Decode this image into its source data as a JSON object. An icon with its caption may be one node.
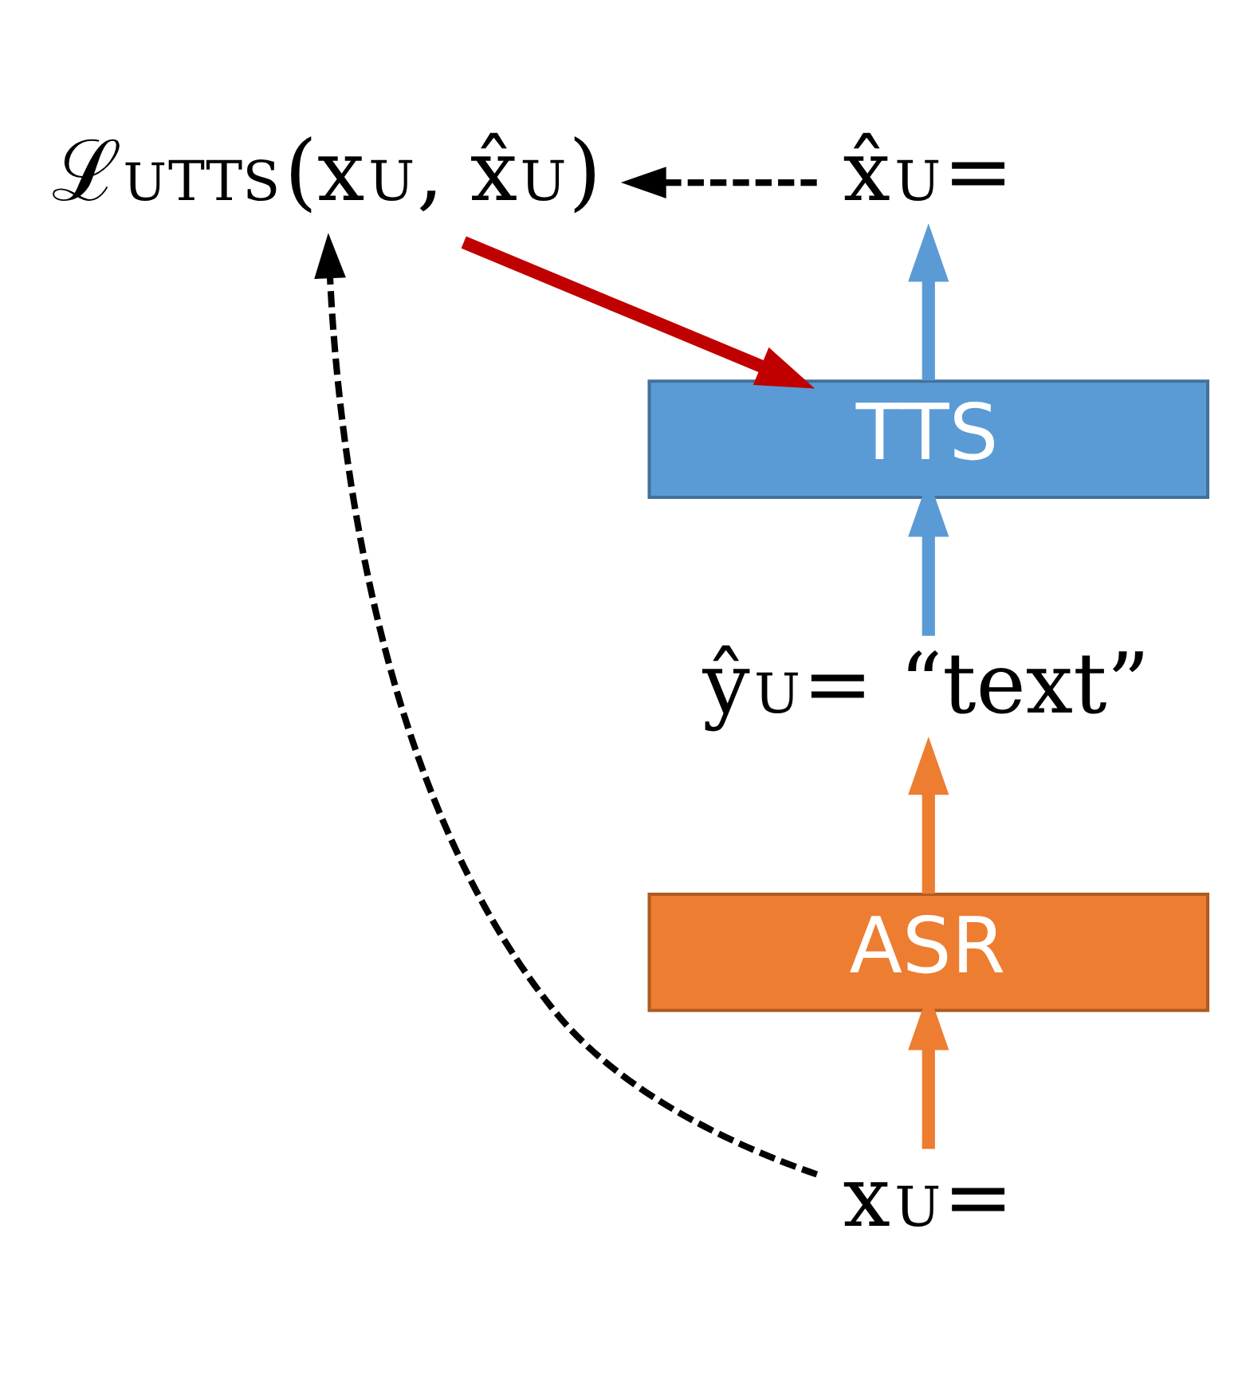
{
  "diagram": {
    "nodes": [
      {
        "text": [
          "x̂$^{U}$="
        ]
      },
      {
        "text": [
          "ℒ$_{U}$$^{TTS}$(x$^{U}$, x̂$^{U}$)"
        ]
      },
      {
        "text": [
          "TTS"
        ]
      },
      {
        "text": [
          "ŷ$^{U}$= “text”"
        ]
      },
      {
        "text": [
          "ASR"
        ]
      },
      {
        "text": [
          "x$^{U}$="
        ]
      }
    ],
    "edges": [
      {
        "from": 5,
        "to": 4,
        "arrow": "to",
        "color": "#ed7d31"
      },
      {
        "from": 4,
        "to": 3,
        "arrow": "to",
        "color": "#ed7d31"
      },
      {
        "from": 3,
        "to": 2,
        "arrow": "to",
        "color": "#5b9bd5"
      },
      {
        "from": 2,
        "to": 0,
        "arrow": "to",
        "color": "#5b9bd5"
      },
      {
        "from": 0,
        "to": 1,
        "arrow": "to",
        "style": "dashed",
        "color": "#000000"
      },
      {
        "from": 5,
        "to": 1,
        "arrow": "to",
        "style": "dashed",
        "color": "#000000"
      },
      {
        "from": 1,
        "to": 2,
        "arrow": "to",
        "color": "#c00000"
      }
    ]
  }
}
